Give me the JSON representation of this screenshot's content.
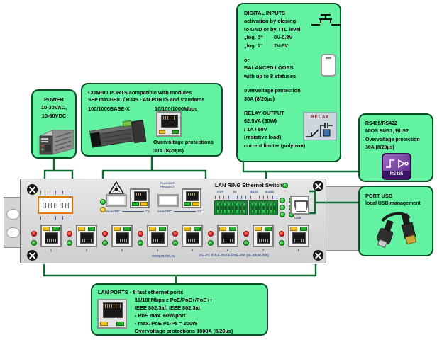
{
  "callouts": {
    "digital": {
      "title": "DIGITAL INPUTS",
      "line1": "activation by closing",
      "line2": "to GND or by TTL level",
      "log0_label": "„log. 0“",
      "log0_value": "0V-0.8V",
      "log1_label": "„log. 1“",
      "log1_value": "2V-5V",
      "or_word": "or",
      "balanced1": "BALANCED LOOPS",
      "balanced2": "with up to 8 statuses",
      "ovp1": "overvoltage protection",
      "ovp2": "30A (8/20µs)",
      "relay_title": "RELAY OUTPUT",
      "relay1": "62.5VA (30W)",
      "relay2": "/ 1A / 50V",
      "relay3": "(resistive load)",
      "relay4": "current limiter (polytron)",
      "relay_img_label": "RELAY"
    },
    "power": {
      "title": "POWER",
      "line1": "10-30VAC,",
      "line2": "10-60VDC"
    },
    "combo": {
      "line1": "COMBO PORTS compatible with modules",
      "line2": "SFP miniGBIC / RJ45 LAN PORTS and standards",
      "std_left": "100/1000BASE-X",
      "std_right": "10/100/1000Mbps",
      "ovp1": "Overvoltage protections",
      "ovp2": "30A (8/20µs)"
    },
    "rs485": {
      "line1": "RS485/RS422",
      "line2": "MIOS BUS1, BUS2",
      "line3": "Overvoltage protection",
      "line4": "30A (8/20µs)",
      "icon_label": "RS485"
    },
    "usb": {
      "line1": "PORT USB",
      "line2": "local USB management"
    },
    "lan": {
      "title": "LAN PORTS - 8 fast ethernet ports",
      "line1": "10/100Mbps z PoE/PoE+/PoE++",
      "line2": "IEEE 802.3af, IEEE 802.3at",
      "line3": "- PoE max. 60W/port",
      "line4": "- max. PoE P1-P8 = 200W",
      "line5": "Overvoltage protections 1000A (8/20µs)"
    }
  },
  "device": {
    "title": "LAN RING Ethernet Switch",
    "flagship_line1": "FLAGSHIP",
    "flagship_line2": "PRODUCT",
    "combo1_label": "miniGBIC",
    "combo1_port": "C1",
    "combo2_label": "miniGBIC",
    "combo2_port": "C2",
    "terminal_groups": [
      "OUT",
      "IN",
      "BUS1",
      "BUS2"
    ],
    "usb_label": "USB",
    "website": "www.metel.eu",
    "model": "2G-2C.0.8.F-BOX-PoE-PP (0/-XXX/-XX)",
    "lan_port_numbers": [
      "1",
      "2",
      "3",
      "4",
      "5",
      "6",
      "7",
      "8"
    ]
  },
  "colors": {
    "callout_fill": "#63f1a2",
    "callout_border": "#084f26",
    "connector_line": "#0d6b33",
    "panel_grey": "#d9d9d9",
    "terminal_green": "#35c257",
    "power_connector_orange": "#e87511",
    "led_red": "#d90f0f",
    "led_green": "#12a81c",
    "led_yellow": "#f2c21d",
    "rs485_icon_purple": "#58258a"
  }
}
